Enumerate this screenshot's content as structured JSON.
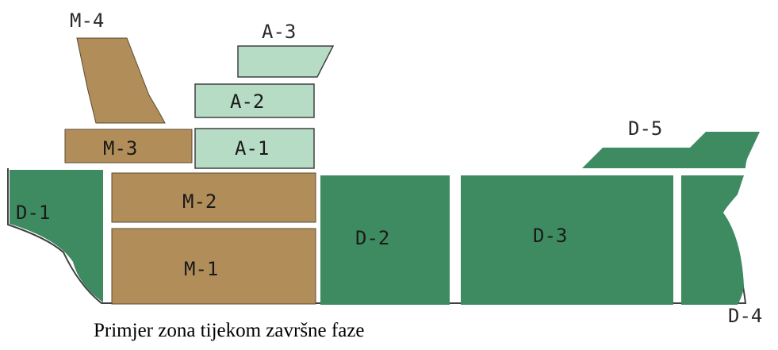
{
  "colors": {
    "tan": "#b18d5a",
    "green": "#3e8b62",
    "light_green": "#b7dcc6",
    "outline": "#404040",
    "background": "#ffffff"
  },
  "zones": {
    "d1": {
      "label": "D-1"
    },
    "d2": {
      "label": "D-2"
    },
    "d3": {
      "label": "D-3"
    },
    "d4": {
      "label": "D-4"
    },
    "d5": {
      "label": "D-5"
    },
    "m1": {
      "label": "M-1"
    },
    "m2": {
      "label": "M-2"
    },
    "m3": {
      "label": "M-3"
    },
    "m4": {
      "label": "M-4"
    },
    "a1": {
      "label": "A-1"
    },
    "a2": {
      "label": "A-2"
    },
    "a3": {
      "label": "A-3"
    }
  },
  "caption": "Primjer zona tijekom završne faze"
}
